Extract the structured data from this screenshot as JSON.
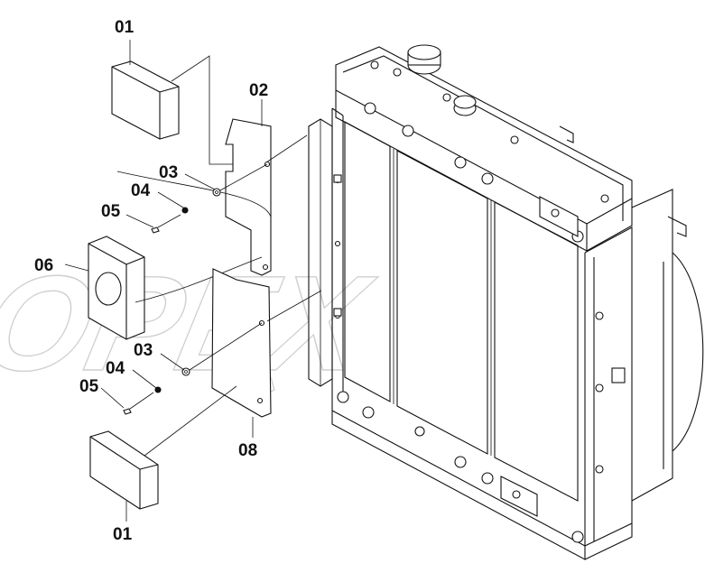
{
  "watermark": {
    "text": "OPEX"
  },
  "callouts": {
    "c01_top": "01",
    "c02": "02",
    "c03_top": "03",
    "c04_top": "04",
    "c05_top": "05",
    "c06": "06",
    "c03_bottom": "03",
    "c04_bottom": "04",
    "c05_bottom": "05",
    "c08": "08",
    "c01_bottom": "01"
  }
}
